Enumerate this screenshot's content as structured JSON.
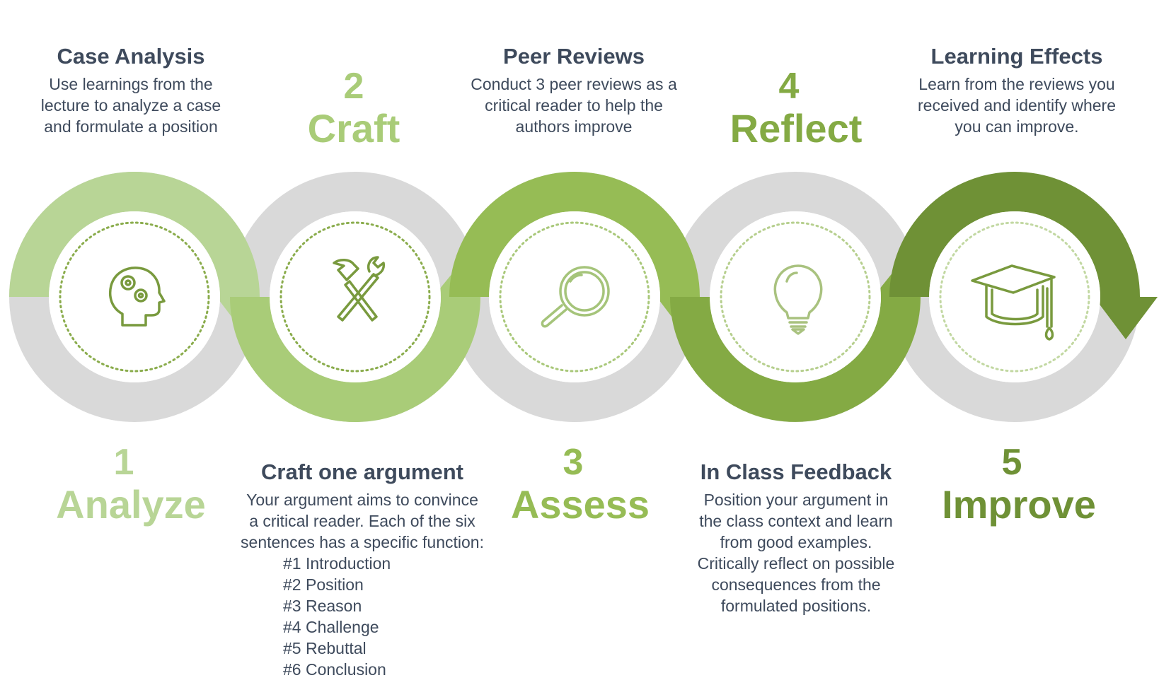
{
  "stages": [
    {
      "number": "1",
      "name": "Analyze",
      "heading": "Case Analysis",
      "description_lines": [
        "Use learnings from the",
        "lecture to analyze a case",
        "and formulate a position"
      ],
      "icon": "head-gears-icon",
      "color": "#b8d596"
    },
    {
      "number": "2",
      "name": "Craft",
      "heading": "Craft one argument",
      "description_lines": [
        "Your argument aims to convince",
        "a critical reader. Each of the six",
        "sentences has a specific function:"
      ],
      "list": [
        "#1 Introduction",
        "#2 Position",
        "#3 Reason",
        "#4 Challenge",
        "#5 Rebuttal",
        "#6 Conclusion"
      ],
      "icon": "hammer-wrench-icon",
      "color": "#a9cc78"
    },
    {
      "number": "3",
      "name": "Assess",
      "heading": "Peer Reviews",
      "description_lines": [
        "Conduct 3 peer reviews as a",
        "critical reader to help the",
        "authors improve"
      ],
      "icon": "magnifier-icon",
      "color": "#96bc55"
    },
    {
      "number": "4",
      "name": "Reflect",
      "heading": "In Class Feedback",
      "description_lines": [
        "Position your argument in",
        "the class context and learn",
        "from good examples.",
        "Critically reflect on possible",
        "consequences from the",
        "formulated positions."
      ],
      "icon": "lightbulb-icon",
      "color": "#84aa44"
    },
    {
      "number": "5",
      "name": "Improve",
      "heading": "Learning Effects",
      "description_lines": [
        "Learn from the reviews you",
        "received and identify where",
        "you can improve."
      ],
      "icon": "graduation-cap-icon",
      "color": "#6f9136"
    }
  ],
  "ring_color": "#d9d9d9",
  "text_color": "#3e4a5c",
  "icon_color": "#799a3e"
}
